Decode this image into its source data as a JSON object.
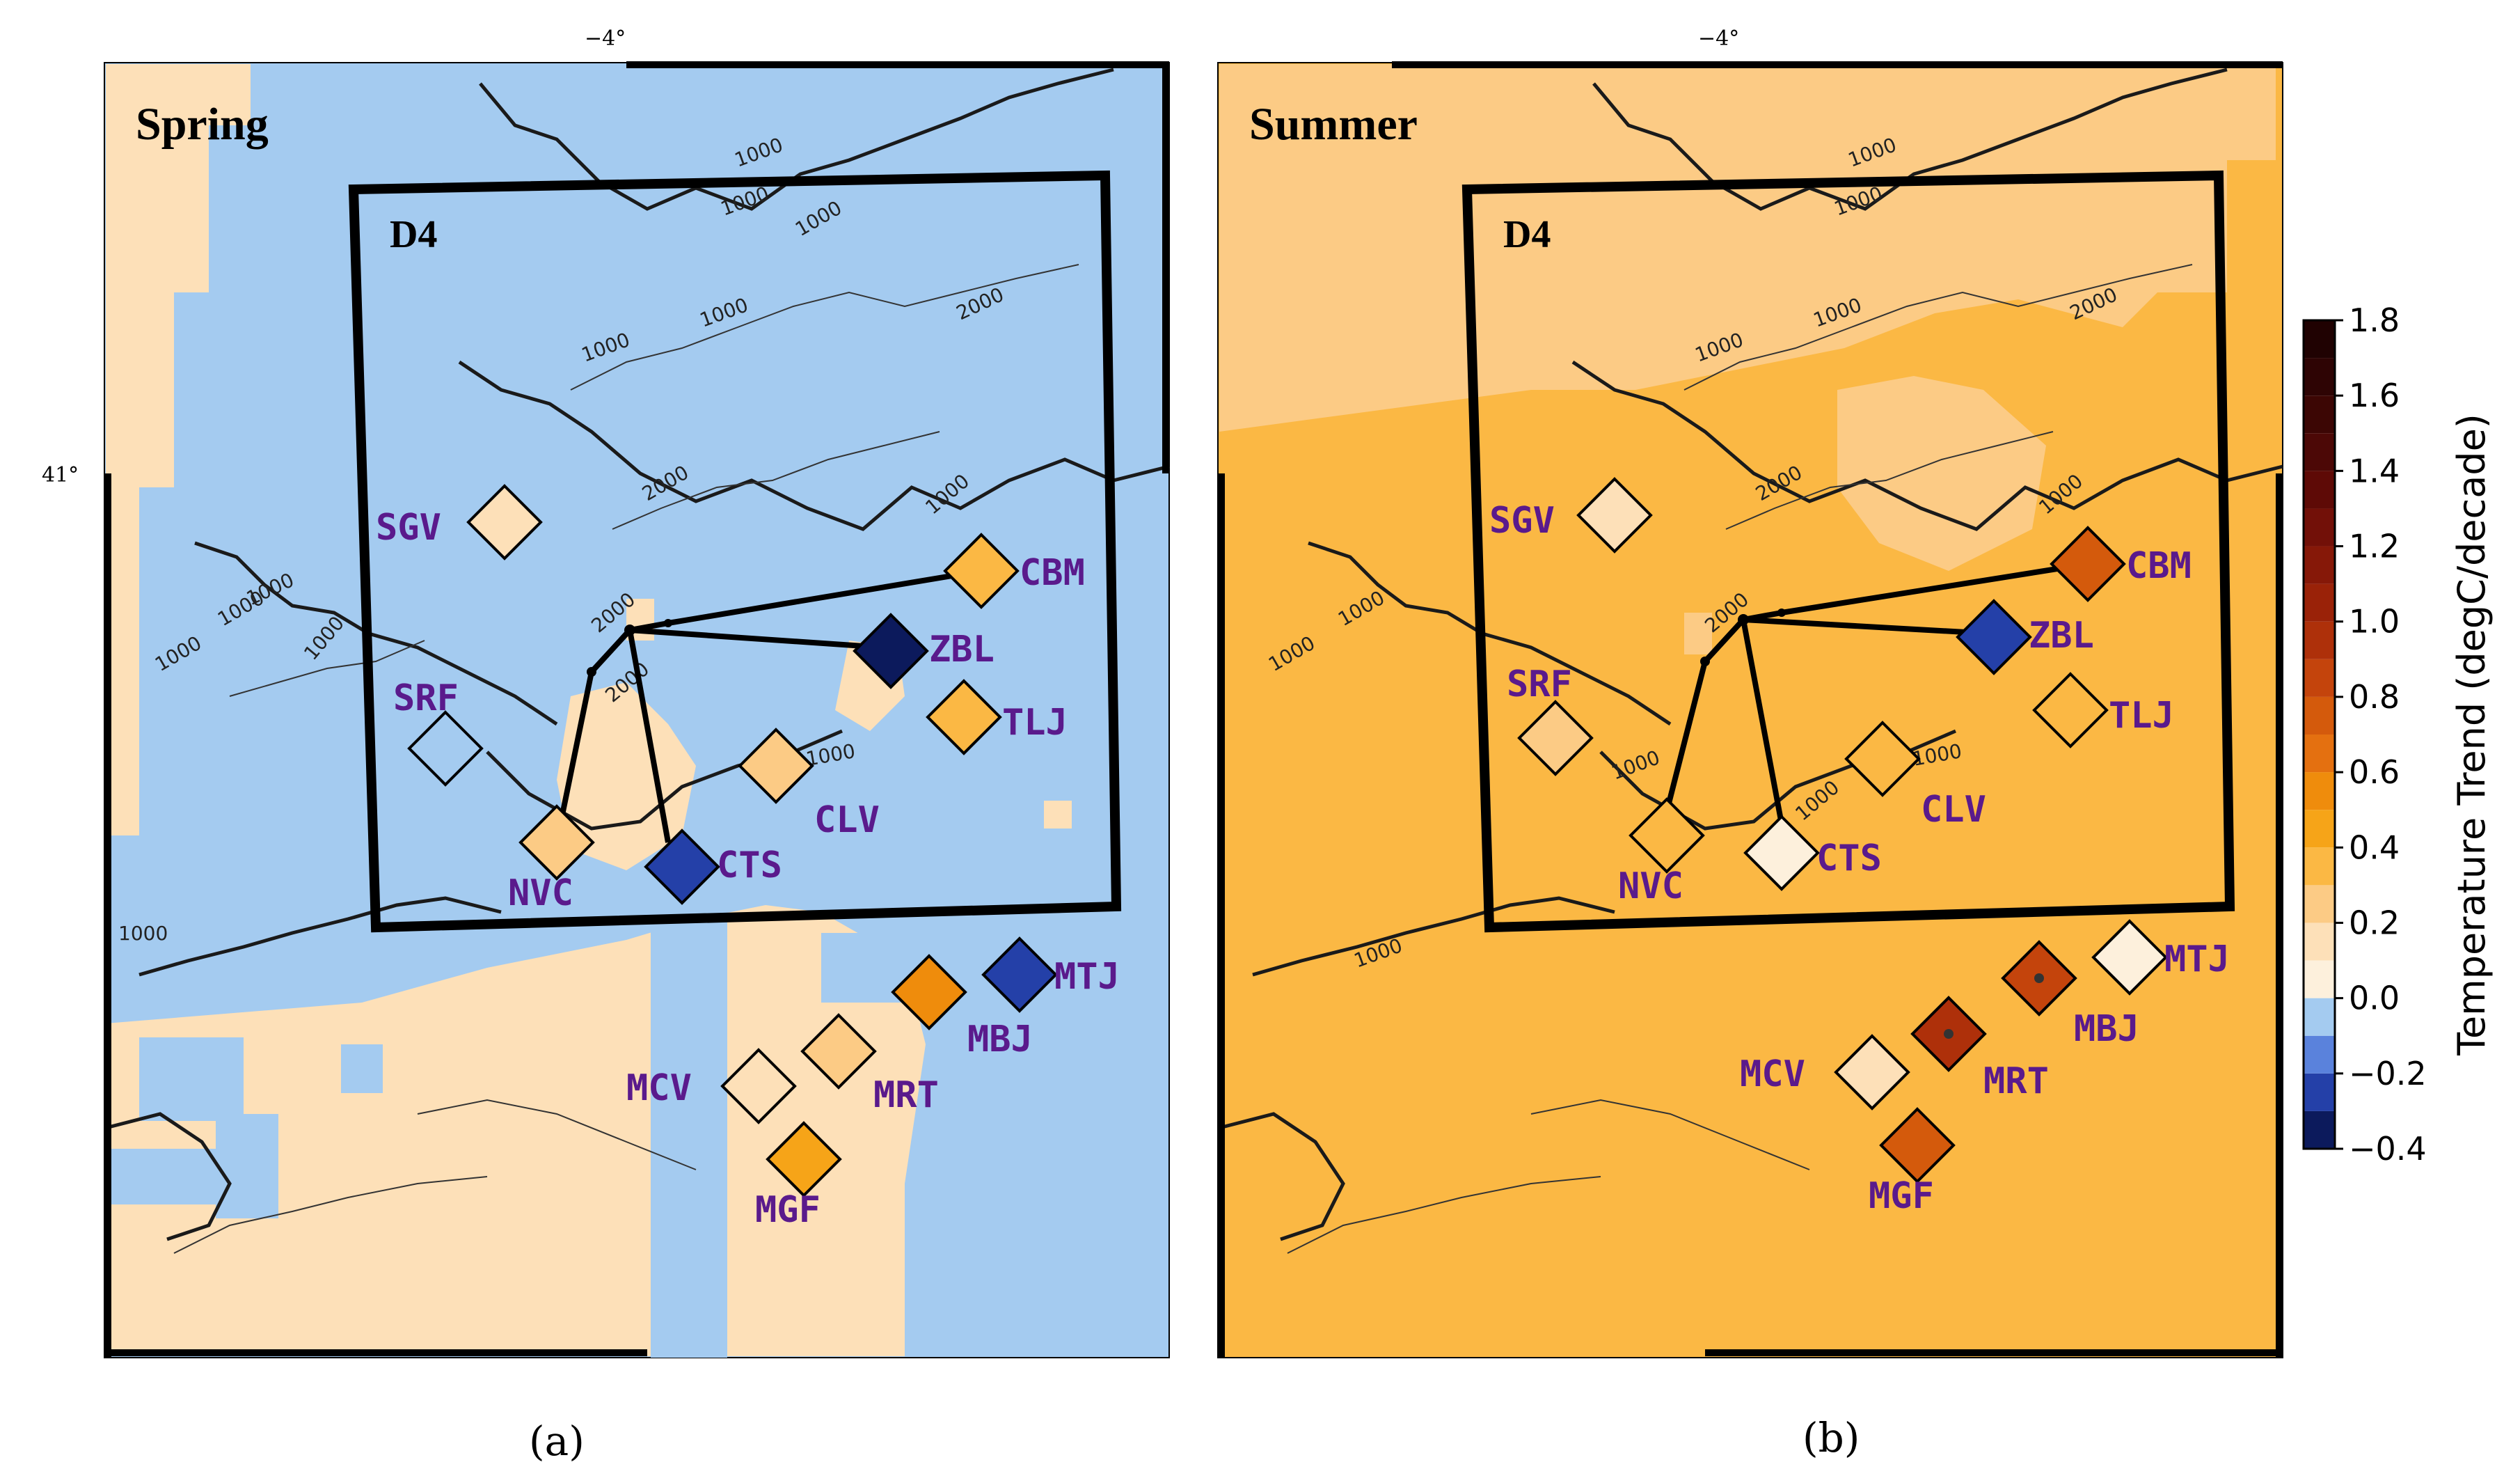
{
  "colors": {
    "positive_low": "#fde0b8",
    "negative_low": "#a4cbf0",
    "summer_background": "#fbb844",
    "frame": "#000000",
    "station_text": "#5a1a8c",
    "contour": "#1a1a1a"
  },
  "map": {
    "top_tick_label": "−4°",
    "left_tick_label": "41°",
    "domain_label": "D4",
    "contour_labels": [
      "1000",
      "2000"
    ]
  },
  "panels": [
    {
      "id": "a",
      "season": "Spring",
      "caption": "(a)",
      "stations": [
        {
          "code": "SGV",
          "trend": 0.1
        },
        {
          "code": "SRF",
          "trend": -0.05
        },
        {
          "code": "NVC",
          "trend": 0.2
        },
        {
          "code": "CTS",
          "trend": -0.3
        },
        {
          "code": "CLV",
          "trend": 0.2
        },
        {
          "code": "ZBL",
          "trend": -0.4
        },
        {
          "code": "TLJ",
          "trend": 0.3
        },
        {
          "code": "CBM",
          "trend": 0.35
        },
        {
          "code": "MTJ",
          "trend": -0.3
        },
        {
          "code": "MBJ",
          "trend": 0.55
        },
        {
          "code": "MRT",
          "trend": 0.25
        },
        {
          "code": "MCV",
          "trend": 0.15
        },
        {
          "code": "MGF",
          "trend": 0.4
        }
      ]
    },
    {
      "id": "b",
      "season": "Summer",
      "caption": "(b)",
      "stations": [
        {
          "code": "SGV",
          "trend": 0.15
        },
        {
          "code": "SRF",
          "trend": 0.2
        },
        {
          "code": "NVC",
          "trend": 0.3
        },
        {
          "code": "CTS",
          "trend": 0.05
        },
        {
          "code": "CLV",
          "trend": 0.35
        },
        {
          "code": "ZBL",
          "trend": -0.3
        },
        {
          "code": "TLJ",
          "trend": 0.3
        },
        {
          "code": "CBM",
          "trend": 0.75
        },
        {
          "code": "MTJ",
          "trend": 0.05
        },
        {
          "code": "MBJ",
          "trend": 0.85
        },
        {
          "code": "MRT",
          "trend": 0.95
        },
        {
          "code": "MCV",
          "trend": 0.1
        },
        {
          "code": "MGF",
          "trend": 0.7
        }
      ]
    }
  ],
  "colorbar": {
    "label": "Temperature Trend (degC/decade)",
    "min": -0.4,
    "max": 1.8,
    "ticks": [
      "1.8",
      "1.6",
      "1.4",
      "1.2",
      "1.0",
      "0.8",
      "0.6",
      "0.4",
      "0.2",
      "0.0",
      "−0.2",
      "−0.4"
    ],
    "tick_values": [
      1.8,
      1.6,
      1.4,
      1.2,
      1.0,
      0.8,
      0.6,
      0.4,
      0.2,
      0.0,
      -0.2,
      -0.4
    ],
    "bins": [
      {
        "from": -0.4,
        "to": -0.3,
        "color": "#0c1a5c"
      },
      {
        "from": -0.3,
        "to": -0.2,
        "color": "#2440a8"
      },
      {
        "from": -0.2,
        "to": -0.1,
        "color": "#5a82dc"
      },
      {
        "from": -0.1,
        "to": 0.0,
        "color": "#a4cbf0"
      },
      {
        "from": 0.0,
        "to": 0.1,
        "color": "#fdf0dc"
      },
      {
        "from": 0.1,
        "to": 0.2,
        "color": "#fde0b8"
      },
      {
        "from": 0.2,
        "to": 0.3,
        "color": "#fccb85"
      },
      {
        "from": 0.3,
        "to": 0.4,
        "color": "#fbb844"
      },
      {
        "from": 0.4,
        "to": 0.5,
        "color": "#f6a418"
      },
      {
        "from": 0.5,
        "to": 0.6,
        "color": "#ef8c0c"
      },
      {
        "from": 0.6,
        "to": 0.7,
        "color": "#e47010"
      },
      {
        "from": 0.7,
        "to": 0.8,
        "color": "#d45a0c"
      },
      {
        "from": 0.8,
        "to": 0.9,
        "color": "#c4440c"
      },
      {
        "from": 0.9,
        "to": 1.0,
        "color": "#ae300a"
      },
      {
        "from": 1.0,
        "to": 1.1,
        "color": "#9a2208"
      },
      {
        "from": 1.1,
        "to": 1.2,
        "color": "#861808"
      },
      {
        "from": 1.2,
        "to": 1.3,
        "color": "#721008"
      },
      {
        "from": 1.3,
        "to": 1.4,
        "color": "#5e0a06"
      },
      {
        "from": 1.4,
        "to": 1.5,
        "color": "#4c0806"
      },
      {
        "from": 1.5,
        "to": 1.6,
        "color": "#3c0604"
      },
      {
        "from": 1.6,
        "to": 1.7,
        "color": "#2e0404"
      },
      {
        "from": 1.7,
        "to": 1.8,
        "color": "#200202"
      }
    ]
  }
}
